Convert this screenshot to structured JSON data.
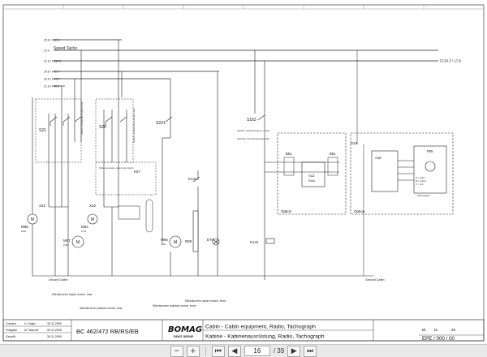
{
  "rails": [
    {
      "ref": "25.8 / F42.3",
      "label": ""
    },
    {
      "ref": "14.9",
      "label": "Speed Tacho"
    },
    {
      "ref": "21.8 / F130.3",
      "label": ""
    },
    {
      "ref": "24.8 / F42.7",
      "label": ""
    },
    {
      "ref": "24.8 / F44.3",
      "label": ""
    },
    {
      "ref": "21.8 / F45.3",
      "label": ""
    }
  ],
  "rail_out_ref": "F130.3 / 17.8",
  "switches": {
    "s21": "S21",
    "s20": "S20",
    "s221": "S221",
    "s163": "S163"
  },
  "switch_notes": {
    "s21": "Switch, windscreen wiper front",
    "s20": "Switch, windscreen washer rear",
    "s163": "Switch, rotating beacon / radio",
    "s163b": "Schalter, Rundumkennleuchte"
  },
  "components": {
    "k57": "K57",
    "k57_note": "Pulse generator, wiper intermittent",
    "k141": "K141",
    "k141_bottom": "K141",
    "m05": "M05",
    "m05_rating": "2,0A",
    "m07": "M07",
    "m07_rating": "2,0A",
    "m04": "M04",
    "m04_rating": "0,7A",
    "m06": "M06",
    "m06_rating": "3,0A",
    "r80": "R80",
    "e70": "E70",
    "b51a": "B51",
    "b51b": "B51",
    "a12": "A12",
    "a12_label": "Radio",
    "p05": "P05",
    "a16": "A16",
    "a16_label": "Tachograph",
    "x23": "X23",
    "x22": "X22",
    "x24": "X24"
  },
  "option_labels": {
    "radio": "Option",
    "tacho": "Option"
  },
  "tacho_legend": [
    "A = white",
    "B = yellow",
    "C = red"
  ],
  "ground_labels": [
    "Ground Cabin",
    "Ground Cabin"
  ],
  "bottom_notes": [
    "Windscreen wiper motor, rear",
    "Windscreen washer motor, rear",
    "Windscreen washer motor, front",
    "Windscreen wiper motor, front"
  ],
  "title_block": {
    "created_label": "Created",
    "created_by": "H. Vogel",
    "created_date": "30.11.2009",
    "checked_label": "Freigabe",
    "checked_by": "M. Warmer",
    "checked_date": "30.11.2009",
    "approved_label": "Geprüft",
    "approved_date": "30.11.2009",
    "model": "BC 462/472 RB/RS/EB",
    "brand": "BOMAG",
    "brand_sub": "FAYAT GROUP",
    "title_en": "Cabin - Cabin equipment, Radio, Tachograph",
    "title_de": "Kabine - Kabinenausrüstung, Radio, Tachograph",
    "sheet_label": "Bl.",
    "sheet_num": "16",
    "sheet_total": "29",
    "drawing_no": "EPE / 000 / 00"
  },
  "viewer": {
    "current_page": "16",
    "total_pages": "/ 39"
  }
}
